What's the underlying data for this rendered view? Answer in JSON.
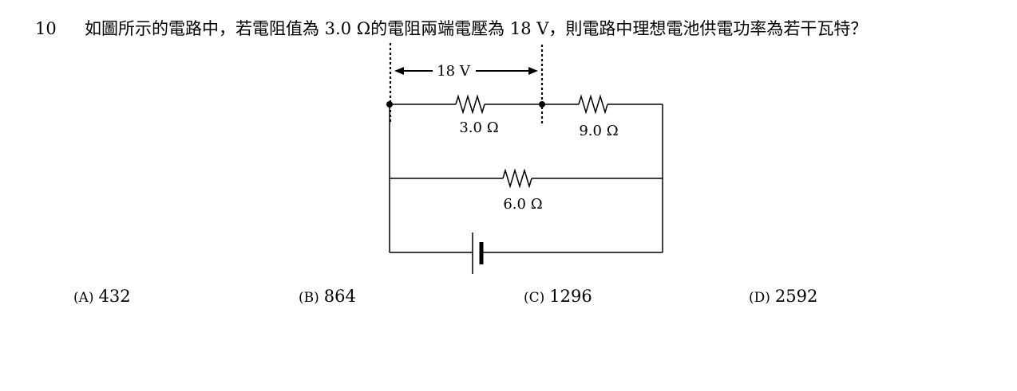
{
  "question": {
    "number": "10",
    "text": "如圖所示的電路中，若電阻值為 3.0 Ω的電阻兩端電壓為 18 V，則電路中理想電池供電功率為若干瓦特？"
  },
  "circuit": {
    "voltage_label": "18 V",
    "resistor_top_left": "3.0 Ω",
    "resistor_top_right": "9.0 Ω",
    "resistor_middle": "6.0 Ω"
  },
  "choices": [
    {
      "letter": "(A)",
      "value": "432"
    },
    {
      "letter": "(B)",
      "value": "864"
    },
    {
      "letter": "(C)",
      "value": "1296"
    },
    {
      "letter": "(D)",
      "value": "2592"
    }
  ]
}
